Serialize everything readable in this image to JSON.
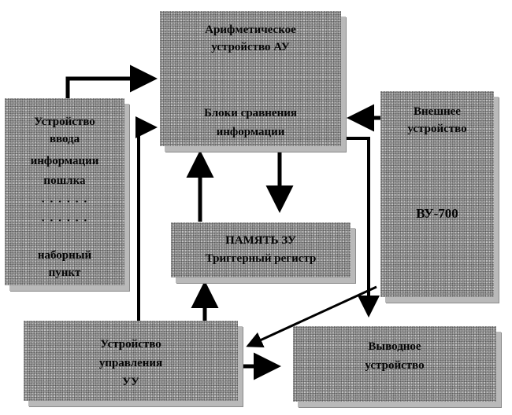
{
  "diagram": {
    "alu": {
      "lines": [
        "Арифметическое",
        "устройство АУ"
      ],
      "sub_lines": [
        "Блоки сравнения",
        "информации"
      ]
    },
    "input": {
      "lines": [
        "Устройство",
        "ввода",
        "информации",
        "пошлка"
      ],
      "dots": [
        "· · · · · ·",
        "· · · · · ·"
      ],
      "bottom_lines": [
        "наборный",
        "пункт"
      ]
    },
    "external": {
      "lines": [
        "Внешнее",
        "устройство"
      ],
      "model": "ВУ-700"
    },
    "memory": {
      "lines": [
        "ПАМЯТЬ ЗУ",
        "Триггерный регистр"
      ]
    },
    "control": {
      "lines": [
        "Устройство",
        "управления",
        "УУ"
      ]
    },
    "output": {
      "lines": [
        "Выводное",
        "устройство"
      ]
    }
  }
}
